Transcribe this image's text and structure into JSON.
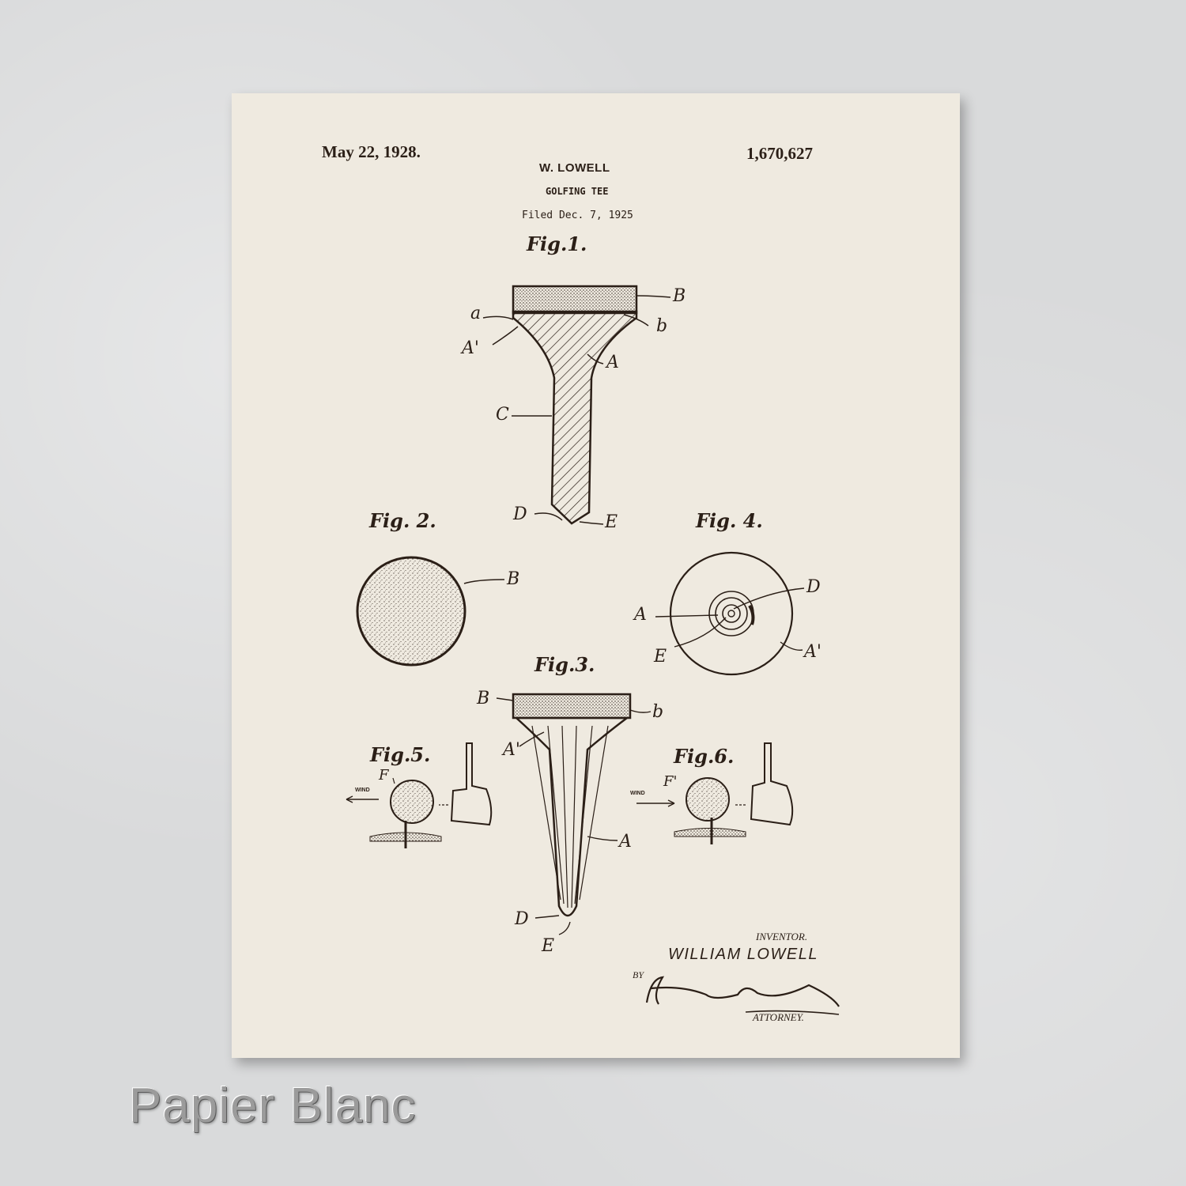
{
  "patent": {
    "date": "May 22, 1928.",
    "number": "1,670,627",
    "inventor_header": "W. LOWELL",
    "title": "GOLFING TEE",
    "filed": "Filed Dec. 7, 1925"
  },
  "figures": {
    "fig1": {
      "title": "Fig.1.",
      "labels": {
        "B": "B",
        "a": "a",
        "b": "b",
        "A_prime": "A'",
        "A": "A",
        "C": "C",
        "D": "D",
        "E": "E"
      }
    },
    "fig2": {
      "title": "Fig. 2.",
      "labels": {
        "B": "B"
      }
    },
    "fig3": {
      "title": "Fig.3.",
      "labels": {
        "B": "B",
        "b": "b",
        "A_prime": "A'",
        "A": "A",
        "D": "D",
        "E": "E"
      }
    },
    "fig4": {
      "title": "Fig. 4.",
      "labels": {
        "D": "D",
        "A": "A",
        "E": "E",
        "A_prime": "A'"
      }
    },
    "fig5": {
      "title": "Fig.5.",
      "labels": {
        "F": "F",
        "wind": "WIND"
      }
    },
    "fig6": {
      "title": "Fig.6.",
      "labels": {
        "F_prime": "F'",
        "wind": "WIND"
      }
    }
  },
  "signature_block": {
    "inventor_caption": "INVENTOR.",
    "inventor_name": "WILLIAM LOWELL",
    "by": "BY",
    "signature": "Herman P. Kuntz",
    "attorney_caption": "ATTORNEY."
  },
  "caption": "Papier Blanc",
  "colors": {
    "ink": "#2b1f17",
    "paper": "#efeae0",
    "wall": "#d9dadb"
  }
}
